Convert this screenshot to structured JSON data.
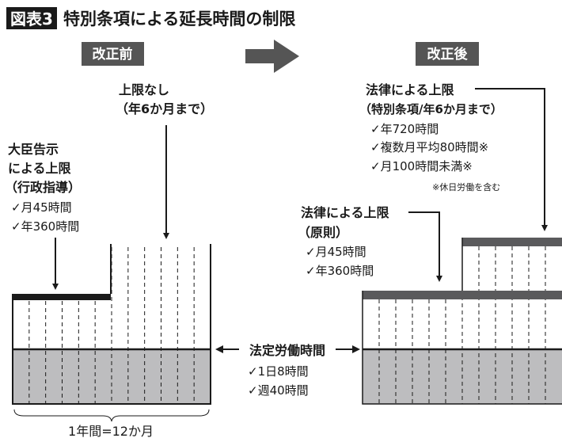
{
  "title": {
    "badge": "図表3",
    "text": "特別条項による延長時間の制限"
  },
  "before": {
    "label": "改正前",
    "no_limit": [
      "上限なし",
      "（年6か月まで）"
    ],
    "minister": [
      "大臣告示",
      "による上限",
      "（行政指導）"
    ],
    "minister_items": [
      "✓月45時間",
      "✓年360時間"
    ],
    "span_label": "1年間=12か月"
  },
  "after": {
    "label": "改正後",
    "special": [
      "法律による上限",
      "（特別条項/年6か月まで）"
    ],
    "special_items": [
      "✓年720時間",
      "✓複数月平均80時間※",
      "✓月100時間未満※"
    ],
    "note": "※休日労働を含む",
    "principle": [
      "法律による上限",
      "（原則）"
    ],
    "principle_items": [
      "✓月45時間",
      "✓年360時間"
    ]
  },
  "statutory": {
    "label": "法定労働時間",
    "items": [
      "✓1日8時間",
      "✓週40時間"
    ]
  },
  "colors": {
    "dark": "#1a1a1a",
    "gray_label": "#555555",
    "fill": "#bdbdbf",
    "bar": "#5a5a5c"
  }
}
